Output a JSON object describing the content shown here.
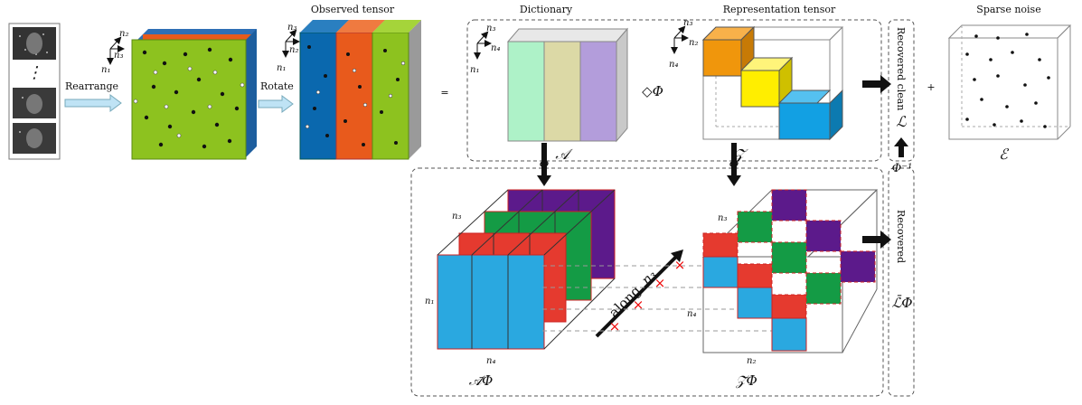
{
  "titles": {
    "observed": "Observed tensor",
    "dictionary": "Dictionary",
    "representation": "Representation tensor",
    "sparse_noise": "Sparse noise"
  },
  "arrows": {
    "rearrange": "Rearrange",
    "rotate": "Rotate"
  },
  "equals_sign": "=",
  "plus_sign": "+",
  "product_symbol": "◇Φ",
  "side_labels": {
    "recovered_clean": "Recovered clean",
    "recovered": "Recovered"
  },
  "math": {
    "A": "𝒜",
    "Z": "𝒵",
    "L": "ℒ",
    "E": "ℰ",
    "A_phi": "𝒜̄Φ",
    "Z_phi": "𝒵̄Φ",
    "L_phi": "ℒ̄Φ",
    "phi": "Φ",
    "phi_inv": "Φ⁻¹",
    "along": "along",
    "n1": "n₁",
    "n2": "n₂",
    "n3": "n₃",
    "n4": "n₄",
    "dots": "⋮",
    "cross": "×"
  },
  "colors": {
    "green": "#8dc21f",
    "blue": "#0a68ae",
    "orange": "#e85a1c",
    "mint": "#aef2c8",
    "khaki": "#dcd9a6",
    "lavender": "#b39ddb",
    "tile_orange": "#f0960c",
    "tile_yellow": "#ffee00",
    "tile_blue": "#12a0e3",
    "fb_blue": "#2aa8e0",
    "fb_red": "#e53a2f",
    "fb_green": "#149b45",
    "fb_purple": "#5c1a8b",
    "arrow_fill": "#bfe3f5"
  }
}
